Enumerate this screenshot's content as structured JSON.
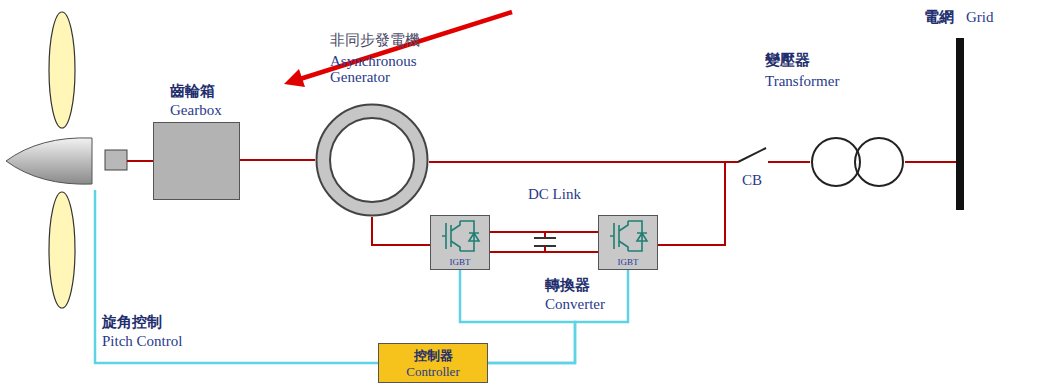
{
  "diagram": {
    "nodes": [
      {
        "text": [
          "齒輪箱",
          "Gearbox"
        ]
      },
      {
        "text": [
          "非同步發電機",
          "Asynchronous Generator"
        ]
      },
      {
        "text": [
          "變壓器",
          "Transformer"
        ]
      },
      {
        "text": [
          "電網",
          "Grid"
        ]
      },
      {
        "text": [
          "IGBT"
        ]
      },
      {
        "text": [
          "IGBT"
        ]
      },
      {
        "text": [
          "控制器",
          "Controller"
        ]
      }
    ],
    "edges": [
      {
        "from": 0,
        "to": 1,
        "arrow": "none"
      },
      {
        "from": 1,
        "to": 4,
        "arrow": "none"
      },
      {
        "from": 4,
        "to": 5,
        "arrow": "none"
      },
      {
        "from": 1,
        "to": 2,
        "arrow": "none"
      },
      {
        "from": 5,
        "to": 2,
        "arrow": "none"
      },
      {
        "from": 2,
        "to": 3,
        "arrow": "none"
      },
      {
        "from": 4,
        "to": 6,
        "arrow": "none"
      },
      {
        "from": 5,
        "to": 6,
        "arrow": "none"
      }
    ],
    "labels": [
      "DC Link",
      "CB",
      "轉換器",
      "Converter",
      "旋角控制",
      "Pitch Control"
    ]
  }
}
